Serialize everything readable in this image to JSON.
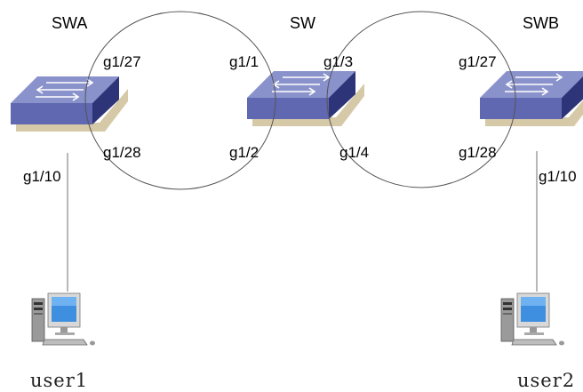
{
  "switches": [
    {
      "id": "swa",
      "name": "SWA"
    },
    {
      "id": "sw",
      "name": "SW"
    },
    {
      "id": "swb",
      "name": "SWB"
    }
  ],
  "ports": {
    "swa_g127": "g1/27",
    "swa_g128": "g1/28",
    "swa_g110": "g1/10",
    "sw_g11": "g1/1",
    "sw_g12": "g1/2",
    "sw_g13": "g1/3",
    "sw_g14": "g1/4",
    "swb_g127": "g1/27",
    "swb_g128": "g1/28",
    "swb_g110": "g1/10"
  },
  "users": [
    {
      "id": "user1",
      "name": "user1"
    },
    {
      "id": "user2",
      "name": "user2"
    }
  ],
  "colors": {
    "switch_top": "#8a92cc",
    "switch_front": "#5f68b0",
    "switch_side": "#2e3478",
    "switch_shadow": "#d6c9a8",
    "ring": "#555555",
    "link": "#888888",
    "monitor_screen": "#3f8fe0"
  }
}
